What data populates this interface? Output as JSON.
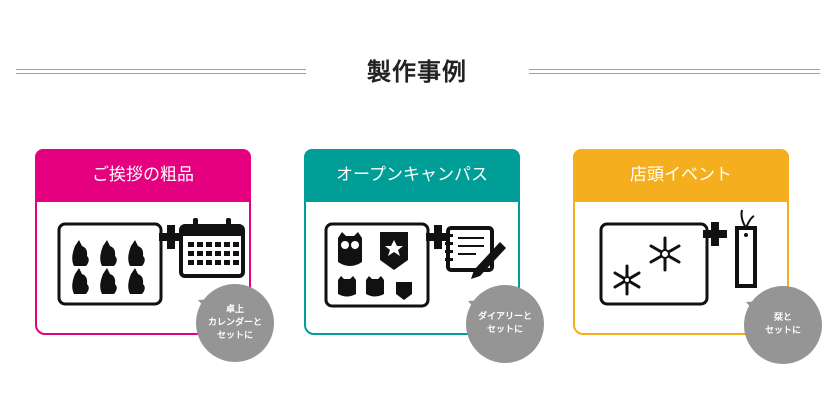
{
  "section": {
    "title": "製作事例",
    "rule_color": "#5bbdbd"
  },
  "cards": [
    {
      "title": "ご挨拶の粗品",
      "color": "#e4007f",
      "note": [
        "卓上",
        "カレンダーと",
        "セットに"
      ]
    },
    {
      "title": "オープンキャンパス",
      "color": "#009e96",
      "note": [
        "ダイアリーと",
        "セットに"
      ]
    },
    {
      "title": "店頭イベント",
      "color": "#f4ae1e",
      "note": [
        "栞と",
        "セットに"
      ]
    }
  ],
  "icons": {
    "card1": [
      "cat-stickers-icon",
      "plus-icon",
      "calendar-icon"
    ],
    "card2": [
      "owl-stickers-icon",
      "plus-icon",
      "diary-icon"
    ],
    "card3": [
      "snowflake-stickers-icon",
      "plus-icon",
      "bookmark-icon"
    ]
  }
}
